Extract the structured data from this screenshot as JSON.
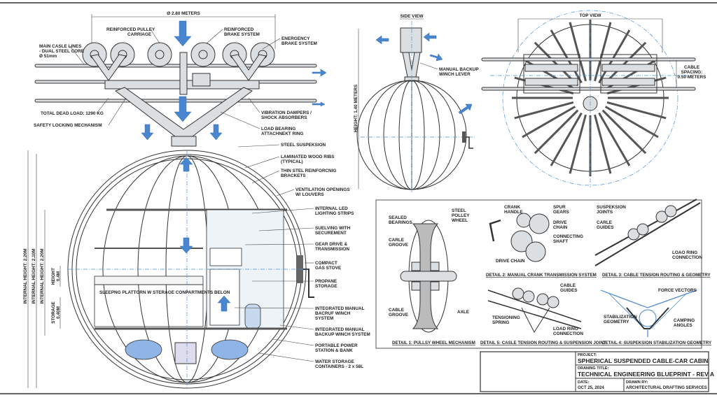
{
  "main_elevation": {
    "diameter": "Ø 2.80 METERS",
    "labels": {
      "pulley_carriage": [
        "REINFORCED PULLEY",
        "CARRIAGE"
      ],
      "brake_system": [
        "REINFORCED",
        "BRAKE SYSTEM"
      ],
      "emergency_brake": [
        "ENERGENCY",
        "BRAKE SYSTEM"
      ],
      "main_cable": [
        "MAIN CASLE LINES",
        "- DUAL STEEL CORE",
        "Ø 51mm"
      ],
      "dead_load": "TOTAL DEAD LOAD: 1290 KG",
      "safety_lock": "SAFETY LOCKING MECHANISM",
      "dampers": [
        "VIBRATION DAMPERS /",
        "SHOCK ABSORBERS"
      ],
      "attachment_ring": [
        "LOAD BEARING",
        "ATTACHNEKT RING"
      ],
      "steel_suspension": "STEEL SUSPEKSION",
      "wood_ribs": [
        "LAMINATED WOOD RIBS",
        "(TYPICAL)"
      ],
      "brackets": [
        "THIN STEL REINFORCNIG",
        "BRACKETS"
      ],
      "ventilation": [
        "VENTILATION OPENINGS",
        "W/ LOUVERS"
      ],
      "led": [
        "INTERNAL LED",
        "LIGHTING STRIPS"
      ],
      "shelving": [
        "SUELVING WITH",
        "SECUREMENT"
      ],
      "gear_drive": [
        "GEAR DRIVE &",
        "TRANSMISSION"
      ],
      "gas_stove": [
        "COMPACT",
        "GAS STOVE"
      ],
      "propane": [
        "PROPANE",
        "STORAGE"
      ],
      "winch1": [
        "INTEGRATED MANUAL",
        "BACRUF WINCH",
        "SYSTEM"
      ],
      "winch2": [
        "INTEGRATED MANUAL",
        "BACKUP WINCH SYSTEM"
      ],
      "power": [
        "PORTABLE POWER",
        "STATION & BANK"
      ],
      "water": [
        "WATER STORAGE",
        "CONTAINERS - 2 x 58L"
      ],
      "sleeping": "SLEEPNG PLATTORN W STERAGE CONPARTMENTS BELON",
      "dim_internal_1": "INTERNAL HEIGHT: 2.20M",
      "dim_internal_2": "INTERNAL HEIGHT: 2.10M",
      "dim_internal_3": "INTERNAL HEIGHT: 2.20M",
      "dim_height": [
        "HEIGHT",
        "0.4M"
      ],
      "dim_storage": [
        "STORAGE",
        "0.40M"
      ]
    }
  },
  "side_view": {
    "title": "SIDE VIEW",
    "height": "HEIGHT: 1.40 METERS",
    "winch_lever": [
      "MANUAL BACKUP",
      "WINCH LEVER"
    ]
  },
  "top_view": {
    "title": "TOP VIEW",
    "cable_spacing": [
      "CABLE",
      "SPACING:",
      "0.50 METERS"
    ]
  },
  "details": {
    "d1": {
      "caption": "DETAIL 1: PULLSY WHEEL MECHANISM",
      "sealed": [
        "SEALED",
        "BEARINGS"
      ],
      "wheel": [
        "STEEL",
        "POLLEY",
        "WHEEL"
      ],
      "groove1": [
        "CARLE",
        "GROOVE"
      ],
      "groove2": [
        "CABLE",
        "GROOVE"
      ],
      "axle": "AXLE"
    },
    "d2": {
      "caption": "DETAIL 2: MANUAL CRANK TRANSMISSION SYSTEM",
      "crank": [
        "CRANK",
        "HANDLE"
      ],
      "spur": [
        "SPUR",
        "GEARS"
      ],
      "drive": [
        "DRIVE",
        "CHAIN"
      ],
      "shaft": [
        "CONNECTING",
        "SHAFT"
      ],
      "drive_chain": "DRIVE CHAIN"
    },
    "d3": {
      "caption": "DETAIL 3: CABLE TENSION ROUTING & GEOMETRY",
      "joints": [
        "SUSPEKSION",
        "JOINTS"
      ],
      "guides": [
        "CARLE",
        "GUIDES"
      ],
      "ring": [
        "LOAO RING",
        "CONNECTION"
      ]
    },
    "d5": {
      "caption": "DETAIL 5: CASLE TENSION ROUTING & SUSPENSION JOINT",
      "guides": [
        "CABLE",
        "GUIDES"
      ],
      "spring": [
        "TENSIONING",
        "SPRING"
      ],
      "ring": [
        "LOAD RING",
        "CONNECTION"
      ]
    },
    "d4": {
      "caption": "DETAIL 4: SUSPEKSION STABILIZATION GEOMETRY",
      "vectors": "FORCE VECTORS",
      "geometry": [
        "STABILIZATION",
        "GEOMETRY"
      ],
      "angles": [
        "CAMPING",
        "ANGLES"
      ]
    }
  },
  "title_block": {
    "project_label": "PROJECT:",
    "project": "SPHERICAL SUSPENDED CABLE-CAR CABIN",
    "drawing_label": "DRANING TITLE:",
    "drawing": "TECHNICAL ENGINEERING BLUEPRINT - REV A",
    "date_label": "DATE:",
    "date": "OCT 25, 2024",
    "drawn_label": "DRAWN RY:",
    "drawn": "ARCHITECTURAL DRAFTING SERVICES"
  },
  "colors": {
    "accent": "#4a86d0",
    "line": "#333333",
    "paper": "#ffffff"
  }
}
